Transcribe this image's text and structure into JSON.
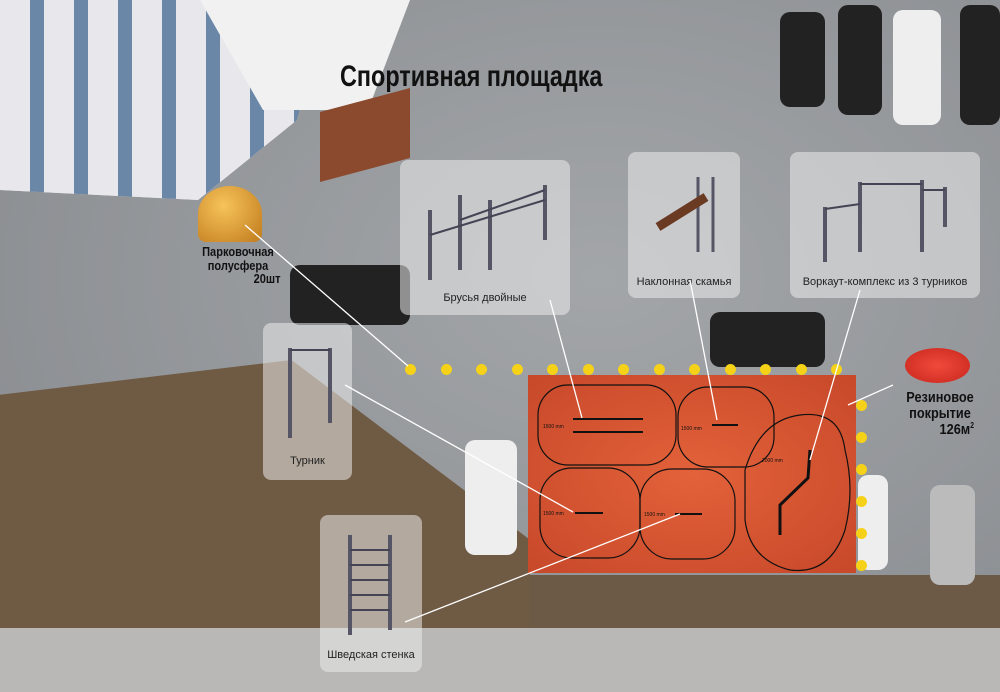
{
  "title": "Спортивная площадка",
  "callouts": {
    "hemisphere": {
      "line1": "Парковочная",
      "line2": "полусфера",
      "line3": "20шт"
    },
    "rubber": {
      "line1": "Резиновое",
      "line2": "покрытие",
      "area": "126м",
      "sup": "2"
    }
  },
  "equipment": [
    {
      "label": "Брусья двойные"
    },
    {
      "label": "Наклонная скамья"
    },
    {
      "label": "Воркаут-комплекс из 3 турников"
    },
    {
      "label": "Турник"
    },
    {
      "label": "Шведская стенка"
    }
  ],
  "dimensions": {
    "d1500": "1500 mm",
    "d2000": "2000 mm"
  },
  "colors": {
    "rubber": "#d4532f",
    "bollard": "#f5d218",
    "accent_equipment": "#1fb3a5"
  }
}
